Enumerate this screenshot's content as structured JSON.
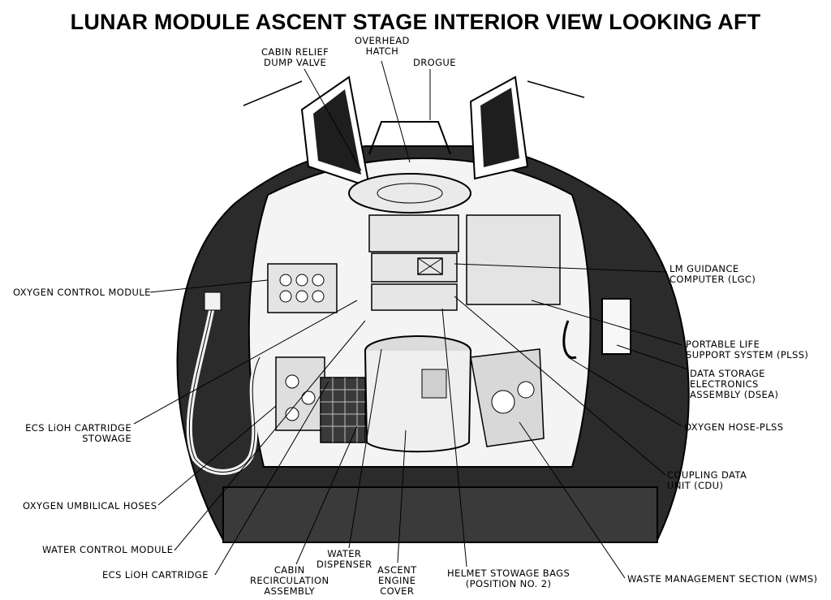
{
  "title": "LUNAR MODULE ASCENT STAGE INTERIOR VIEW LOOKING AFT",
  "labels": {
    "cabin_relief_dump_valve": "CABIN RELIEF\nDUMP VALVE",
    "overhead_hatch": "OVERHEAD\nHATCH",
    "drogue": "DROGUE",
    "oxygen_control_module": "OXYGEN CONTROL MODULE",
    "lm_guidance_computer": "LM GUIDANCE\nCOMPUTER (LGC)",
    "portable_life_support_system": "PORTABLE LIFE\nSUPPORT SYSTEM (PLSS)",
    "data_storage_electronics_assembly": "DATA STORAGE\nELECTRONICS\nASSEMBLY (DSEA)",
    "ecs_lioh_cartridge_stowage": "ECS LiOH CARTRIDGE\nSTOWAGE",
    "oxygen_hose_plss": "OXYGEN HOSE-PLSS",
    "coupling_data_unit": "COUPLING DATA\nUNIT (CDU)",
    "oxygen_umbilical_hoses": "OXYGEN UMBILICAL HOSES",
    "water_control_module": "WATER CONTROL MODULE",
    "ecs_lioh_cartridge": "ECS LiOH CARTRIDGE",
    "cabin_recirculation_assembly": "CABIN\nRECIRCULATION\nASSEMBLY",
    "water_dispenser": "WATER\nDISPENSER",
    "ascent_engine_cover": "ASCENT\nENGINE\nCOVER",
    "helmet_stowage_bags": "HELMET STOWAGE BAGS\n(POSITION NO. 2)",
    "waste_management_section": "WASTE MANAGEMENT SECTION (WMS)"
  }
}
